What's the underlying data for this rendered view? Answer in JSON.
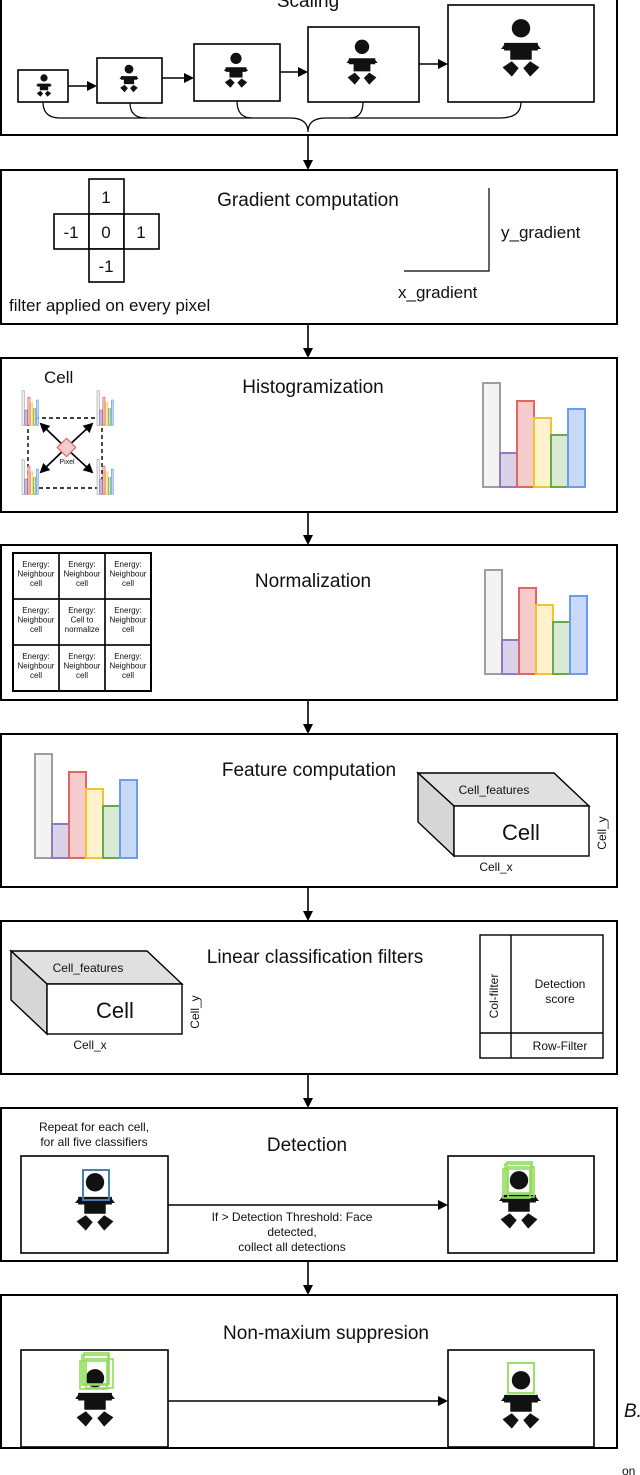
{
  "stages": {
    "scaling": {
      "title": "Scaling"
    },
    "gradient": {
      "title": "Gradient computation",
      "kernel": {
        "top": "1",
        "left": "-1",
        "center": "0",
        "right": "1",
        "bottom": "-1"
      },
      "caption": "filter applied on every pixel",
      "y_label": "y_gradient",
      "x_label": "x_gradient"
    },
    "histogram": {
      "title": "Histogramization",
      "cell_label": "Cell",
      "pixel_label": "Pixel"
    },
    "normalization": {
      "title": "Normalization",
      "grid": [
        [
          "Energy:",
          "Neighbour",
          "cell"
        ],
        [
          "Energy:",
          "Neighbour",
          "cell"
        ],
        [
          "Energy:",
          "Neighbour",
          "cell"
        ],
        [
          "Energy:",
          "Neighbour",
          "cell"
        ],
        [
          "Energy:",
          "Cell to",
          "normalize"
        ],
        [
          "Energy:",
          "Neighbour",
          "cell"
        ],
        [
          "Energy:",
          "Neighbour",
          "cell"
        ],
        [
          "Energy:",
          "Neighbour",
          "cell"
        ],
        [
          "Energy:",
          "Neighbour",
          "cell"
        ]
      ]
    },
    "features": {
      "title": "Feature computation",
      "top_label": "Cell_features",
      "front_label": "Cell",
      "x_label": "Cell_x",
      "y_label": "Cell_y"
    },
    "linear": {
      "title": "Linear  classification filters",
      "top_label": "Cell_features",
      "front_label": "Cell",
      "x_label": "Cell_x",
      "y_label": "Cell_y",
      "col_filter": "Col-filter",
      "score_line1": "Detection",
      "score_line2": "score",
      "row_filter": "Row-Filter"
    },
    "detection": {
      "title": "Detection",
      "note_line1": "Repeat for each cell,",
      "note_line2": "for all five classifiers",
      "arrow_line1": "If > Detection Threshold: Face",
      "arrow_line2": "detected,",
      "arrow_line3": "collect all detections"
    },
    "nms": {
      "title": "Non-maxium suppresion"
    }
  },
  "edge_text": {
    "right_letter": "B.",
    "bottom_fragment": "on"
  },
  "colors": {
    "bars": [
      "#9e9e9e",
      "#8e7cc3",
      "#e06666",
      "#f1c232",
      "#6aa84f",
      "#6d9eeb"
    ],
    "bar_fills": [
      "#f3f3f3",
      "#d9d2e9",
      "#f4cccc",
      "#fff2cc",
      "#d9ead3",
      "#c9daf8"
    ],
    "pixel": "#e06666",
    "detection_box": "#4a7ebb",
    "candidate_box": "#8fdc5a"
  },
  "icons": [
    "baby-icon",
    "histogram-icon",
    "arrow-icon"
  ]
}
